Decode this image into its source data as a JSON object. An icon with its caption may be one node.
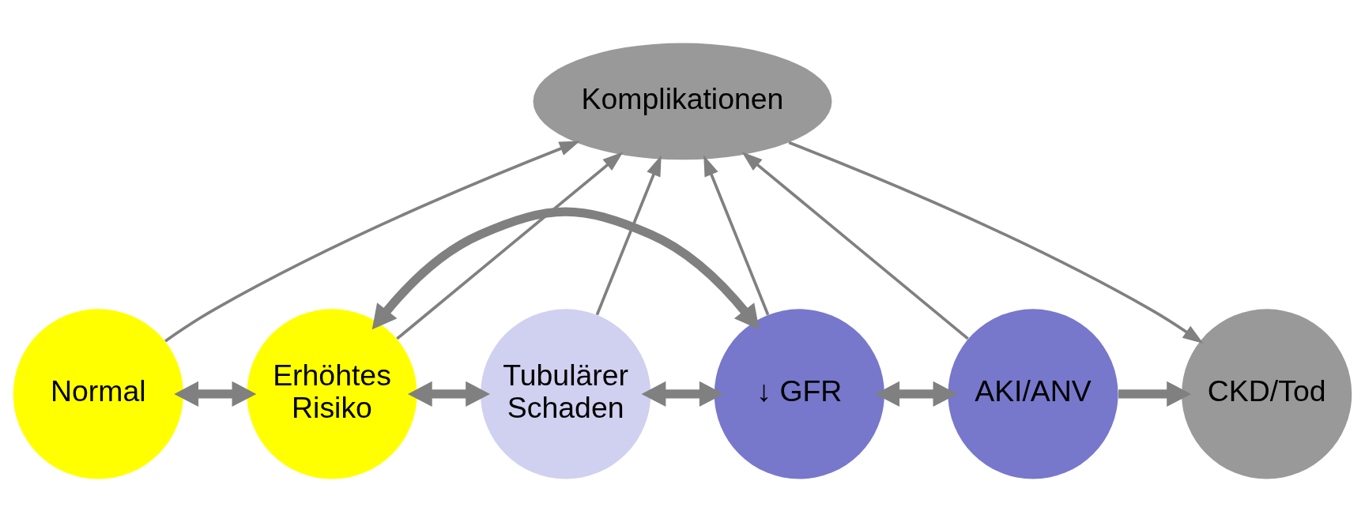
{
  "diagram": {
    "nodes": [
      {
        "text": [
          "Komplikationen"
        ]
      },
      {
        "text": [
          "Normal"
        ]
      },
      {
        "text": [
          "Erhöhtes Risiko"
        ]
      },
      {
        "text": [
          "Tubulärer Schaden"
        ]
      },
      {
        "text": [
          "↓ GFR"
        ]
      },
      {
        "text": [
          "AKI/ANV"
        ]
      },
      {
        "text": [
          "CKD/Tod"
        ]
      }
    ],
    "edges": [
      {
        "from": 1,
        "to": 0,
        "arrow": "to"
      },
      {
        "from": 2,
        "to": 0,
        "arrow": "to"
      },
      {
        "from": 3,
        "to": 0,
        "arrow": "to"
      },
      {
        "from": 4,
        "to": 0,
        "arrow": "to"
      },
      {
        "from": 5,
        "to": 0,
        "arrow": "to"
      },
      {
        "from": 0,
        "to": 6,
        "arrow": "to"
      },
      {
        "from": 1,
        "to": 2,
        "arrow": "both",
        "style": "thick"
      },
      {
        "from": 2,
        "to": 3,
        "arrow": "both",
        "style": "thick"
      },
      {
        "from": 3,
        "to": 4,
        "arrow": "both",
        "style": "thick"
      },
      {
        "from": 4,
        "to": 5,
        "arrow": "both",
        "style": "thick"
      },
      {
        "from": 5,
        "to": 6,
        "arrow": "to",
        "style": "thick"
      },
      {
        "from": 4,
        "to": 2,
        "arrow": "both",
        "style": "thick"
      }
    ]
  }
}
